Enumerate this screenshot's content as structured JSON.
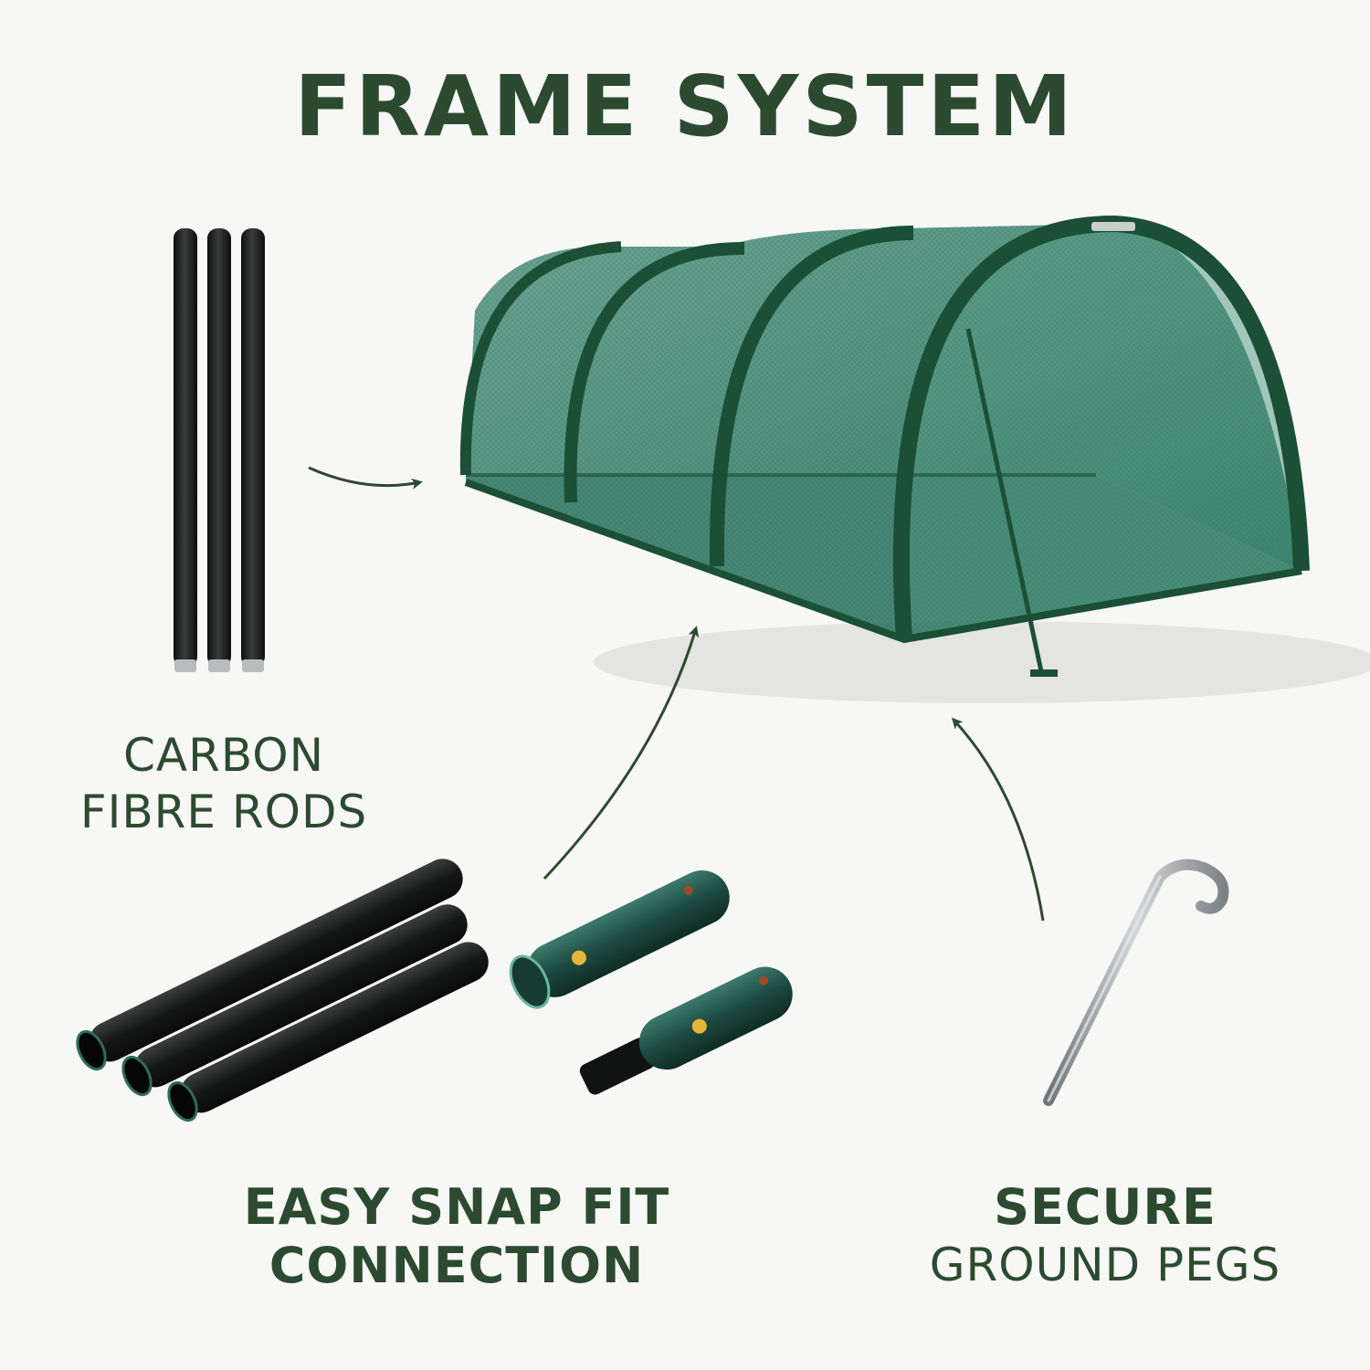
{
  "title": "FRAME SYSTEM",
  "labels": {
    "carbon_line1": "CARBON",
    "carbon_line2": "FIBRE RODS",
    "snap_line1": "EASY SNAP FIT",
    "snap_line2": "CONNECTION",
    "secure_line1": "SECURE",
    "secure_line2": "GROUND PEGS"
  },
  "colors": {
    "text_green": "#2c4a30",
    "net_green": "#1f6b55",
    "frame_green": "#1b4f36",
    "rod_black": "#1b1d1c",
    "background": "#f7f7f5",
    "steel": "#9a9fa3"
  },
  "icons": {
    "rods": "carbon-fibre-rod-icon",
    "tunnel": "net-tunnel-icon",
    "connector": "snap-connector-icon",
    "peg": "ground-peg-icon",
    "arrow": "curved-arrow-icon"
  }
}
